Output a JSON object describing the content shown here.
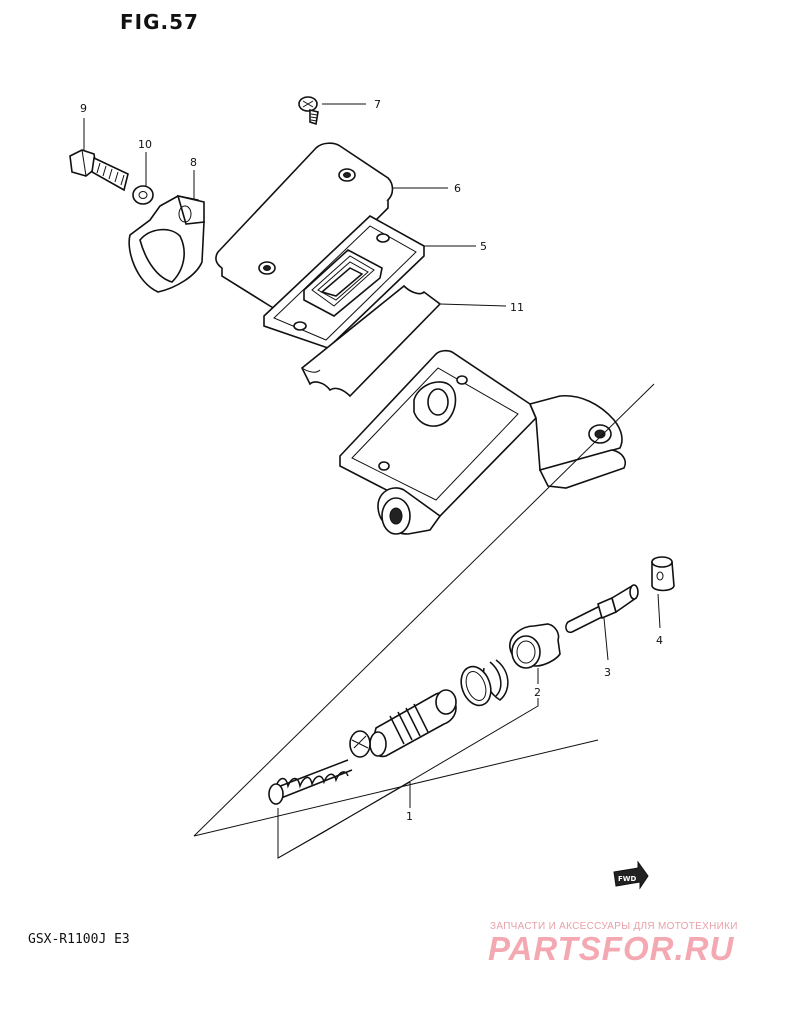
{
  "figure": {
    "title": "FIG.57",
    "model": "GSX-R1100J  E3",
    "fwd_label": "FWD"
  },
  "callouts": [
    {
      "id": "1",
      "label": "1"
    },
    {
      "id": "2",
      "label": "2"
    },
    {
      "id": "3",
      "label": "3"
    },
    {
      "id": "4",
      "label": "4"
    },
    {
      "id": "5",
      "label": "5"
    },
    {
      "id": "6",
      "label": "6"
    },
    {
      "id": "7",
      "label": "7"
    },
    {
      "id": "8",
      "label": "8"
    },
    {
      "id": "9",
      "label": "9"
    },
    {
      "id": "10",
      "label": "10"
    },
    {
      "id": "11",
      "label": "11"
    }
  ],
  "watermark": {
    "tagline": "ЗАПЧАСТИ И АКСЕССУАРЫ ДЛЯ МОТОТЕХНИКИ",
    "logo": "PARTSFOR.RU"
  },
  "colors": {
    "ink": "#111111",
    "watermark": "#f4a8b2"
  }
}
